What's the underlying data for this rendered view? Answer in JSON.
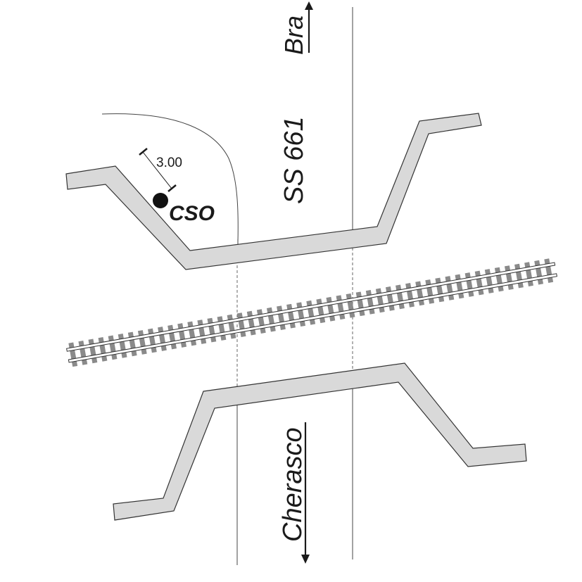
{
  "labels": {
    "north_direction": "Bra",
    "south_direction": "Cherasco",
    "road_name": "SS 661",
    "point_label": "CSO",
    "distance": "3.00"
  },
  "colors": {
    "barrier_fill": "#d9d9d9",
    "outline": "#333333",
    "sleeper": "#8a8a8a",
    "background": "#ffffff"
  }
}
